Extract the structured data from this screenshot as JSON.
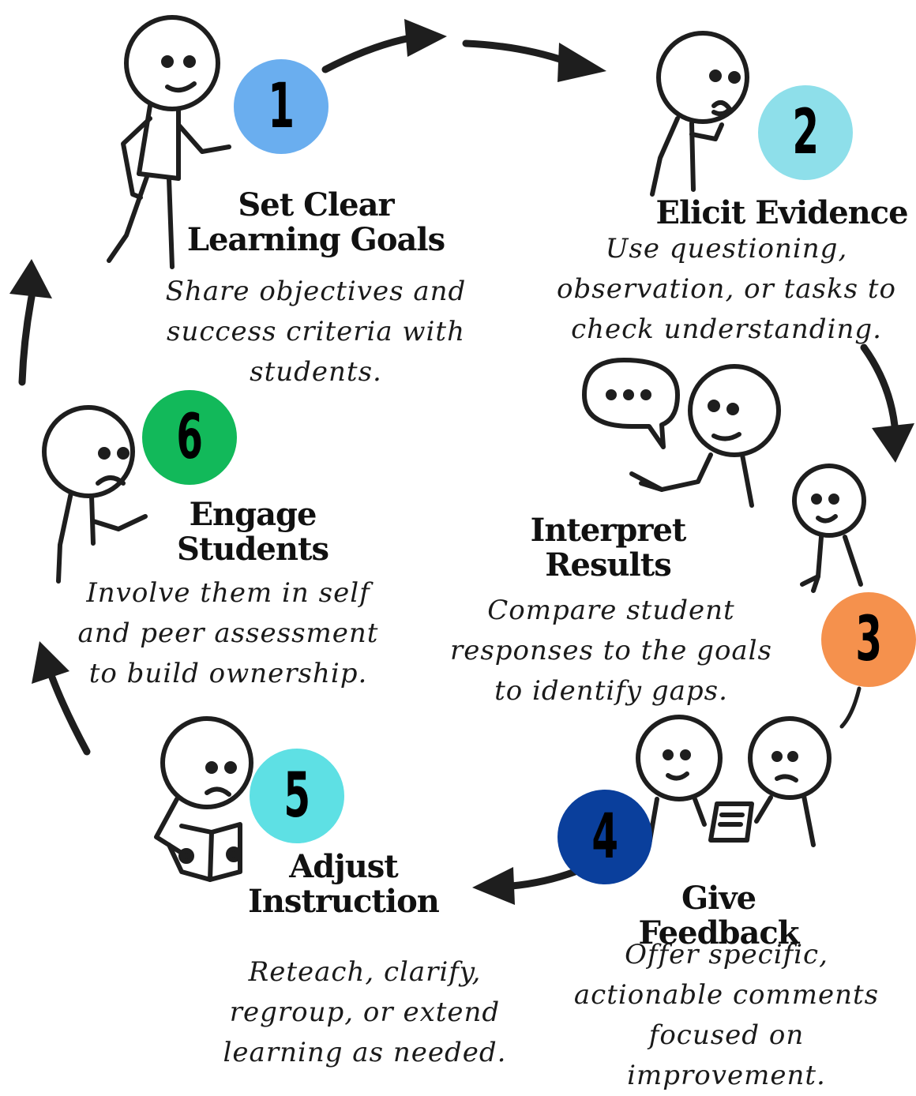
{
  "steps": [
    {
      "number": "1",
      "color": "#6AAEEF",
      "title_lines": [
        "Set Clear",
        "Learning Goals"
      ],
      "desc_lines": [
        "Share objectives and",
        "success criteria with",
        "students."
      ]
    },
    {
      "number": "2",
      "color": "#8EDFEA",
      "title_lines": [
        "Elicit Evidence"
      ],
      "desc_lines": [
        "Use questioning,",
        "observation, or tasks to",
        "check understanding."
      ]
    },
    {
      "number": "3",
      "color": "#F5914D",
      "title_lines": [
        "Interpret",
        "Results"
      ],
      "desc_lines": [
        "Compare student",
        "responses to the goals",
        "to identify gaps."
      ]
    },
    {
      "number": "4",
      "color": "#0A3F9C",
      "title_lines": [
        "Give Feedback"
      ],
      "desc_lines": [
        "Offer specific,",
        "actionable comments",
        "focused on",
        "improvement."
      ]
    },
    {
      "number": "5",
      "color": "#5EE0E4",
      "title_lines": [
        "Adjust",
        "Instruction"
      ],
      "desc_lines": [
        "Reteach, clarify,",
        "regroup, or extend",
        "learning as needed."
      ]
    },
    {
      "number": "6",
      "color": "#12B95A",
      "title_lines": [
        "Engage",
        "Students"
      ],
      "desc_lines": [
        "Involve them in self",
        "and peer assessment",
        "to build ownership."
      ]
    }
  ]
}
